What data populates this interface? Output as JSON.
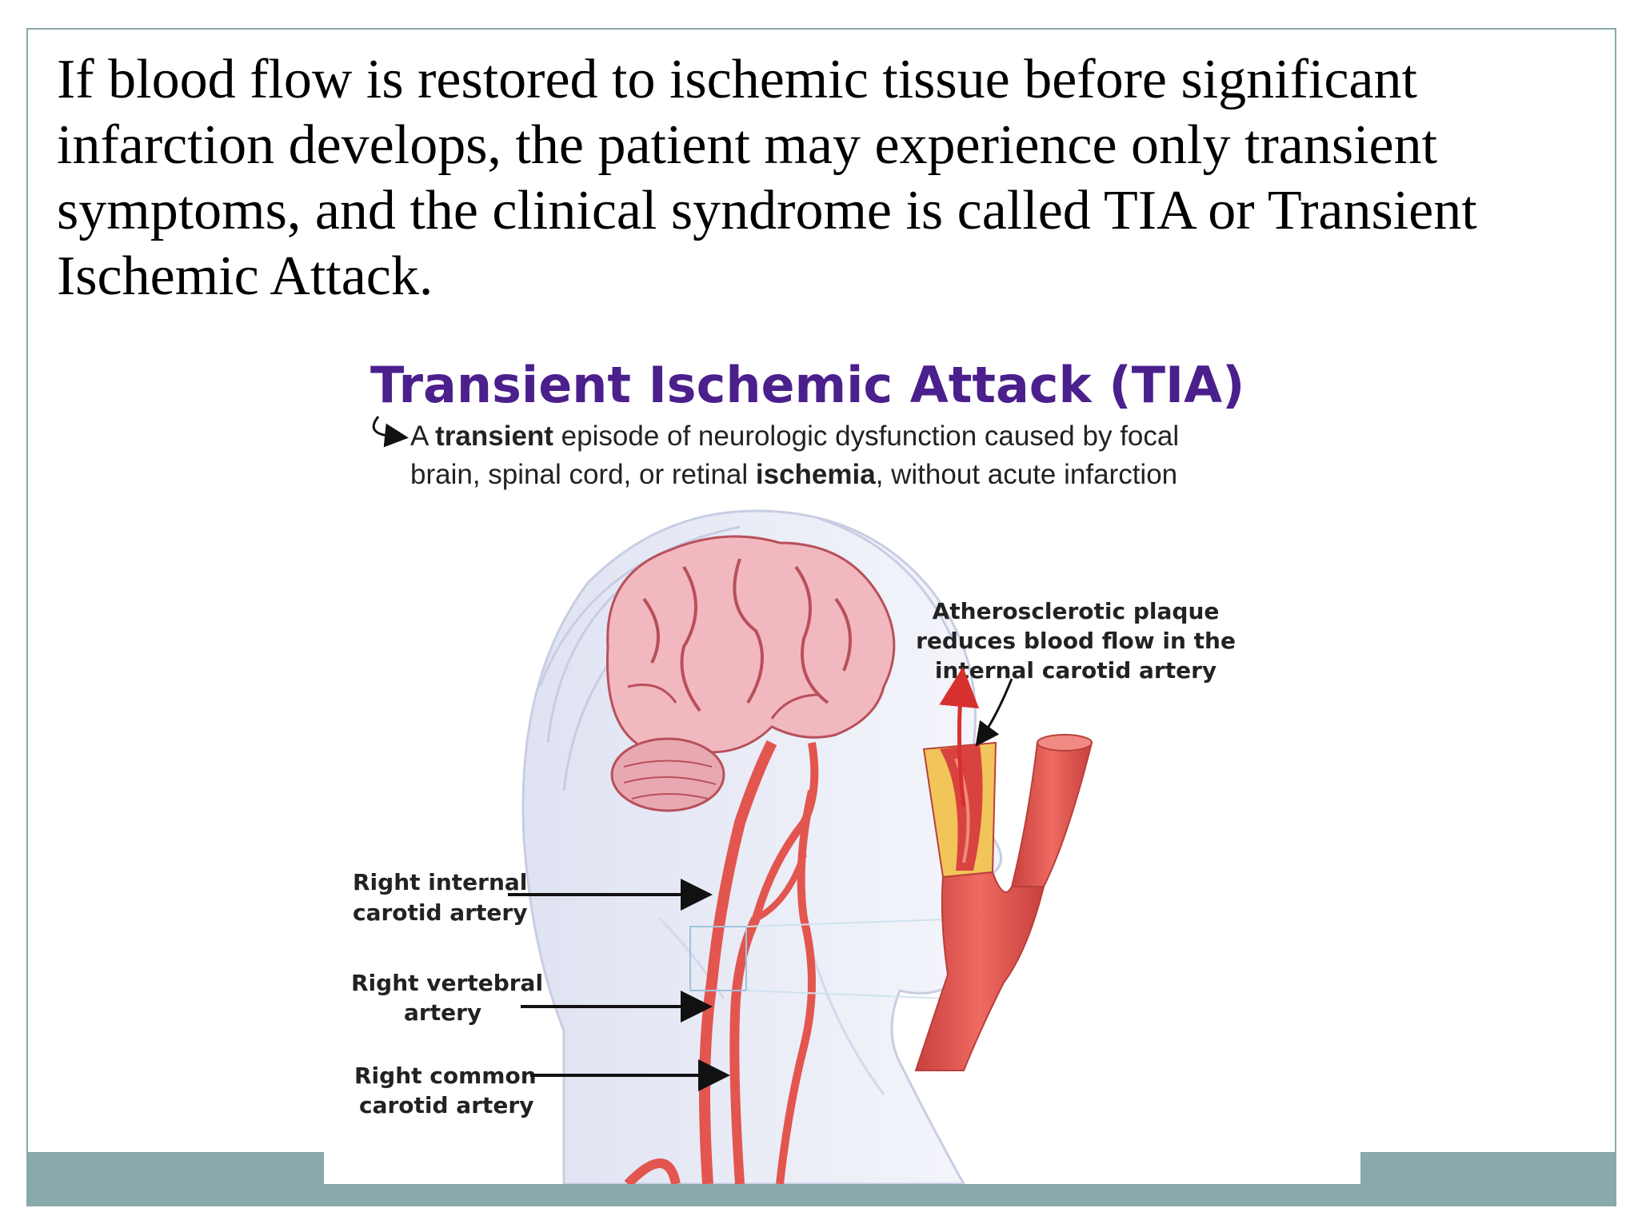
{
  "slide": {
    "body_text": "If blood flow is restored to ischemic tissue before significant infarction develops, the patient may experience only transient symptoms, and the clinical syndrome is called TIA or Transient Ischemic Attack."
  },
  "figure": {
    "title": "Transient Ischemic Attack (TIA)",
    "definition": {
      "part1": "A ",
      "bold1": "transient",
      "part2": " episode of neurologic dysfunction caused by focal",
      "part3": "brain, spinal cord, or retinal ",
      "bold2": "ischemia",
      "part4": ", without acute infarction"
    },
    "labels": {
      "internal_carotid": [
        "Right internal",
        "carotid artery"
      ],
      "vertebral": [
        "Right vertebral",
        "artery"
      ],
      "common_carotid": [
        "Right common",
        "carotid artery"
      ],
      "plaque": [
        "Atherosclerotic plaque",
        "reduces blood flow in the",
        "internal carotid artery"
      ]
    }
  },
  "colors": {
    "frame": "#8aa9aa",
    "title": "#4b1f8c",
    "artery": "#e2564f",
    "plaque": "#f2c55a",
    "brain": "#f2b8c0"
  }
}
